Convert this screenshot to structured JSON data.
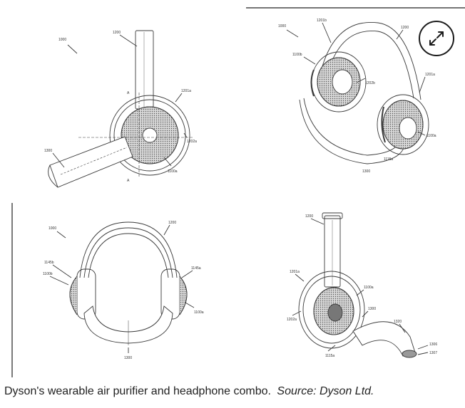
{
  "caption": {
    "text": "Dyson's wearable air purifier and headphone combo.",
    "source": "Source: Dyson Ltd."
  },
  "expand_button": {
    "icon": "expand-arrows-icon"
  },
  "figures": {
    "top_left": {
      "labels": [
        "1000",
        "1200",
        "1201a",
        "1202a",
        "1100a",
        "1300",
        "A",
        "A"
      ]
    },
    "top_right": {
      "labels": [
        "1000",
        "1201b",
        "1200",
        "1100b",
        "1202b",
        "1201a",
        "1100a",
        "1115a",
        "1300"
      ]
    },
    "bottom_left": {
      "labels": [
        "1000",
        "1200",
        "1145b",
        "1100b",
        "1145a",
        "1100a",
        "1300"
      ]
    },
    "bottom_right": {
      "labels": [
        "1200",
        "1201a",
        "1100a",
        "1300",
        "1202a",
        "1115a",
        "1320",
        "1306",
        "1307"
      ]
    }
  },
  "colors": {
    "line": "#3a3a3a",
    "text": "#222222"
  }
}
